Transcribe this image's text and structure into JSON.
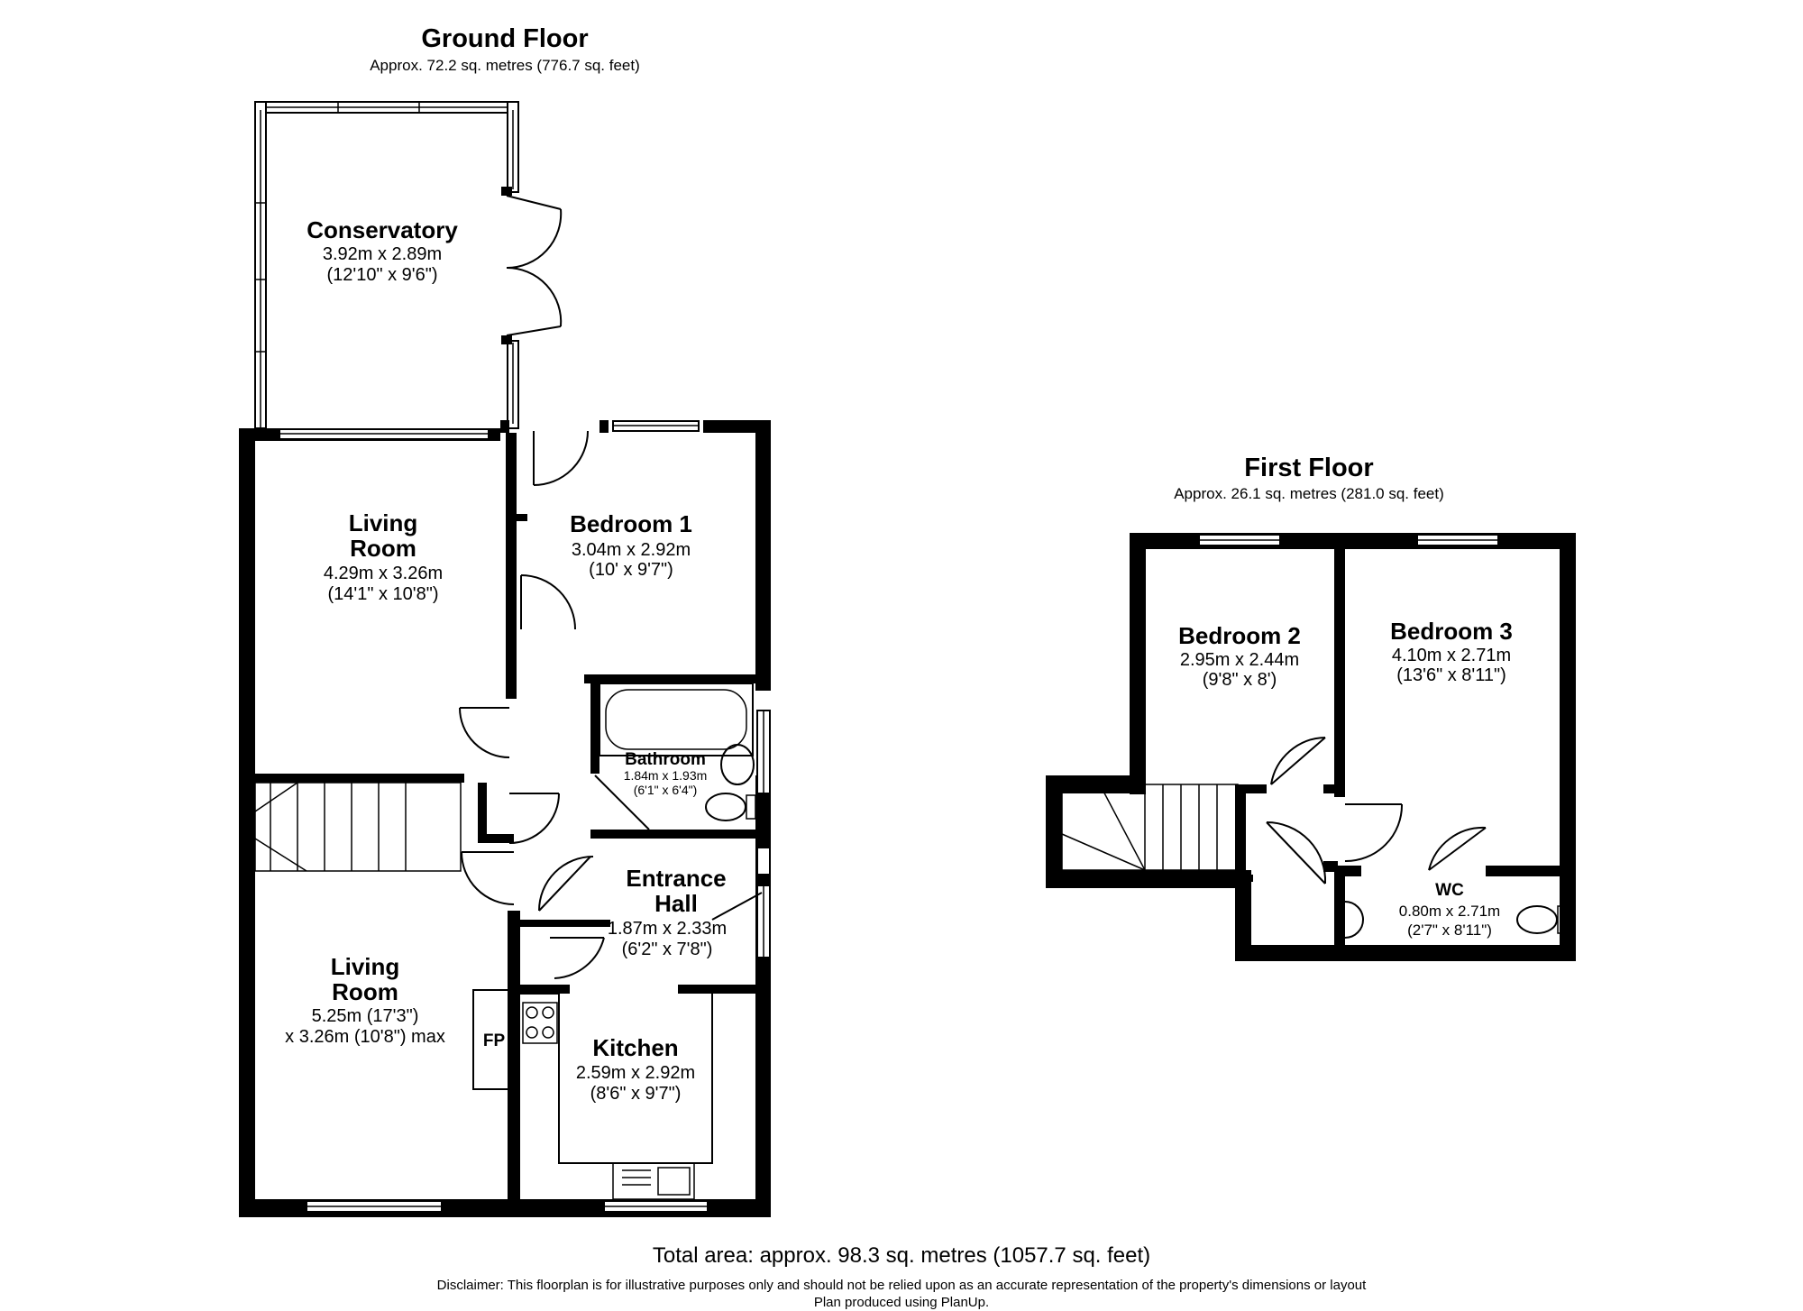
{
  "ground_floor": {
    "title": "Ground Floor",
    "area": "Approx. 72.2 sq. metres (776.7 sq. feet)",
    "rooms": {
      "conservatory": {
        "name": "Conservatory",
        "dim_m": "3.92m x 2.89m",
        "dim_ft": "(12'10\" x 9'6\")"
      },
      "living_room_1": {
        "name_line1": "Living",
        "name_line2": "Room",
        "dim_m": "4.29m x 3.26m",
        "dim_ft": "(14'1\" x 10'8\")"
      },
      "bedroom_1": {
        "name": "Bedroom 1",
        "dim_m": "3.04m x 2.92m",
        "dim_ft": "(10' x 9'7\")"
      },
      "bathroom": {
        "name": "Bathroom",
        "dim_m": "1.84m x 1.93m",
        "dim_ft": "(6'1\" x 6'4\")"
      },
      "entrance_hall": {
        "name_line1": "Entrance",
        "name_line2": "Hall",
        "dim_m": "1.87m x 2.33m",
        "dim_ft": "(6'2\" x 7'8\")"
      },
      "living_room_2": {
        "name_line1": "Living",
        "name_line2": "Room",
        "dim_line1": "5.25m (17'3\")",
        "dim_line2": "x 3.26m (10'8\") max"
      },
      "kitchen": {
        "name": "Kitchen",
        "dim_m": "2.59m x 2.92m",
        "dim_ft": "(8'6\" x 9'7\")"
      }
    },
    "fireplace_label": "FP"
  },
  "first_floor": {
    "title": "First Floor",
    "area": "Approx. 26.1 sq. metres (281.0 sq. feet)",
    "rooms": {
      "bedroom_2": {
        "name": "Bedroom 2",
        "dim_m": "2.95m x 2.44m",
        "dim_ft": "(9'8\" x 8')"
      },
      "bedroom_3": {
        "name": "Bedroom 3",
        "dim_m": "4.10m x 2.71m",
        "dim_ft": "(13'6\" x 8'11\")"
      },
      "wc": {
        "name": "WC",
        "dim_m": "0.80m x 2.71m",
        "dim_ft": "(2'7\" x 8'11\")"
      }
    }
  },
  "total_area": "Total area: approx. 98.3 sq. metres (1057.7 sq. feet)",
  "disclaimer": "Disclaimer: This floorplan is for illustrative purposes only and should not be relied upon as an accurate representation of the property's dimensions or layout",
  "credit": "Plan produced using PlanUp."
}
